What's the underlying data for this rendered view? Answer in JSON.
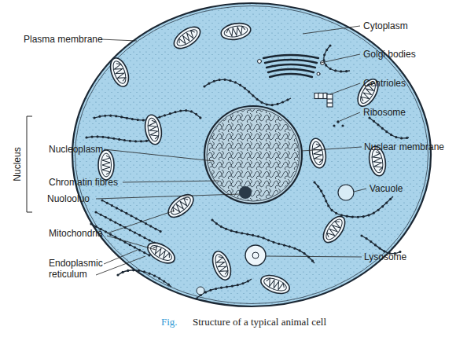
{
  "diagram": {
    "caption": "Structure of a typical animal cell",
    "labels": [
      "Cytoplasm",
      "Plasma membrane",
      "Golgi bodies",
      "Centrioles",
      "Ribosome",
      "Nucleus",
      "Nucleoplasm",
      "Nuclear membrane",
      "Chromatin fibres",
      "Vacuole",
      "Nuolooluo",
      "Mitochondria",
      "Lysosome",
      "Endoplasmic reticulum",
      "Fig."
    ]
  }
}
